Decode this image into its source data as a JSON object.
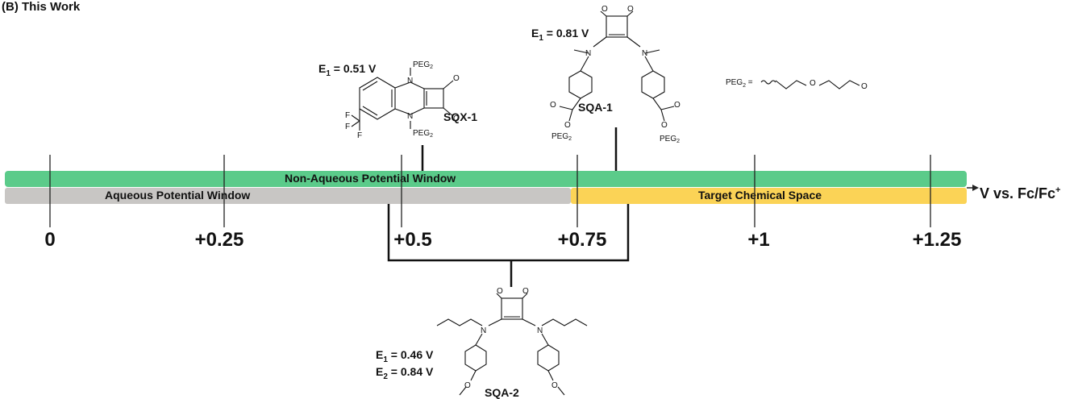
{
  "title": "(B) This Work",
  "bars": {
    "non_aqueous": "Non-Aqueous Potential Window",
    "aqueous": "Aqueous Potential Window",
    "target": "Target Chemical Space"
  },
  "axis": {
    "label_prefix": "V vs. Fc/Fc",
    "label_sup": "+",
    "ticks": [
      "0",
      "+0.25",
      "+0.5",
      "+0.75",
      "+1",
      "+1.25"
    ]
  },
  "compounds": {
    "sqx1": {
      "name": "SQX-1",
      "e1_prefix": "E",
      "e1_sub": "1",
      "e1_value": " = 0.51 V"
    },
    "sqa1": {
      "name": "SQA-1",
      "e1_prefix": "E",
      "e1_sub": "1",
      "e1_value": " = 0.81 V"
    },
    "sqa2": {
      "name": "SQA-2",
      "e1_prefix": "E",
      "e1_sub": "1",
      "e1_value": " = 0.46 V",
      "e2_prefix": "E",
      "e2_sub": "2",
      "e2_value": " = 0.84 V"
    }
  },
  "peg_definition": "PEG2 =",
  "atoms": {
    "N": "N",
    "O": "O",
    "F": "F",
    "peg": "PEG",
    "peg_sub": "2"
  },
  "colors": {
    "non_aqueous": "#5bcb8a",
    "aqueous": "#c8c6c4",
    "target": "#fbd356"
  }
}
